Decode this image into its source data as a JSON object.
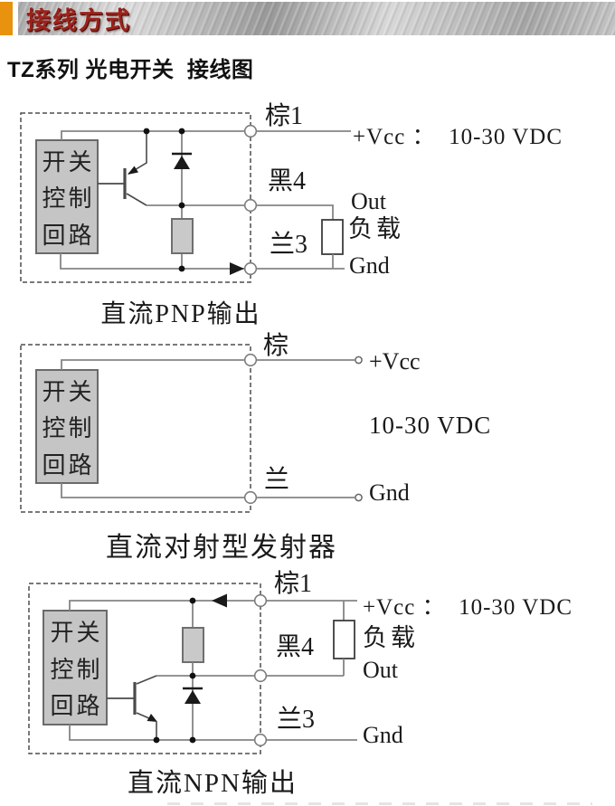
{
  "header": {
    "title": "接线方式"
  },
  "page_title": "TZ系列 光电开关  接线图",
  "colors": {
    "accent_orange": "#e8920f",
    "header_red": "#9c211a",
    "wire_gray": "#858585",
    "box_gray": "#c5c5c5"
  },
  "diagrams": [
    {
      "caption": "直流PNP输出",
      "control_box_lines": [
        "开关",
        "控制",
        "回路"
      ],
      "terminals": [
        {
          "label": "棕1",
          "annotation": "+Vcc ：  10-30 VDC"
        },
        {
          "label": "黑4",
          "annotation": "Out"
        },
        {
          "label": "兰3",
          "annotation": "Gnd"
        }
      ],
      "load_label": "负载"
    },
    {
      "caption": "直流对射型发射器",
      "control_box_lines": [
        "开关",
        "控制",
        "回路"
      ],
      "terminals": [
        {
          "label": "棕",
          "annotation": "+Vcc"
        },
        {
          "label": "兰",
          "annotation": "Gnd"
        }
      ],
      "supply_label": "10-30 VDC"
    },
    {
      "caption": "直流NPN输出",
      "control_box_lines": [
        "开关",
        "控制",
        "回路"
      ],
      "terminals": [
        {
          "label": "棕1",
          "annotation": "+Vcc ：  10-30 VDC"
        },
        {
          "label": "黑4",
          "annotation": "Out"
        },
        {
          "label": "兰3",
          "annotation": "Gnd"
        }
      ],
      "load_label": "负载"
    }
  ]
}
